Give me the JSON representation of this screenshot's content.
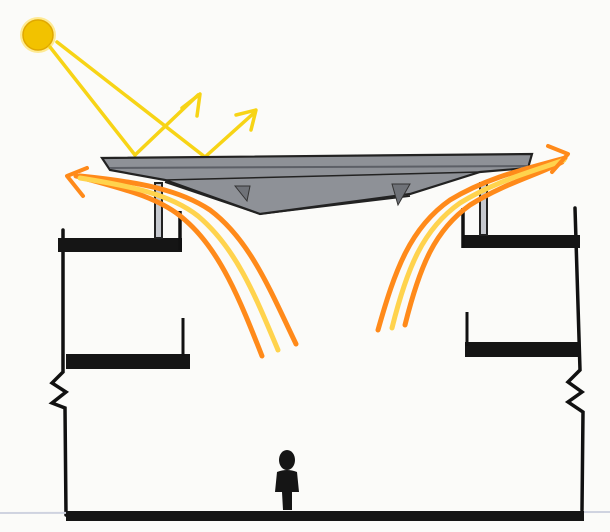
{
  "diagram": {
    "kind": "architectural section sketch",
    "elements": [
      "sun",
      "reflected-light-rays",
      "roof-canopy",
      "left-upper-floor",
      "right-upper-floor",
      "left-mid-floor",
      "right-mid-floor",
      "ground-floor",
      "person",
      "rising-warm-air-left",
      "rising-warm-air-right"
    ]
  },
  "colors": {
    "paper": "#fbfbf9",
    "ink": "#111111",
    "sun": "#f2c200",
    "sun_glow": "#ffe26a",
    "ray": "#f7d416",
    "canopy_fill": "#8e9197",
    "canopy_shadow": "#5c5f66",
    "air_outer": "#ff8a1a",
    "air_inner": "#ffd34d"
  }
}
